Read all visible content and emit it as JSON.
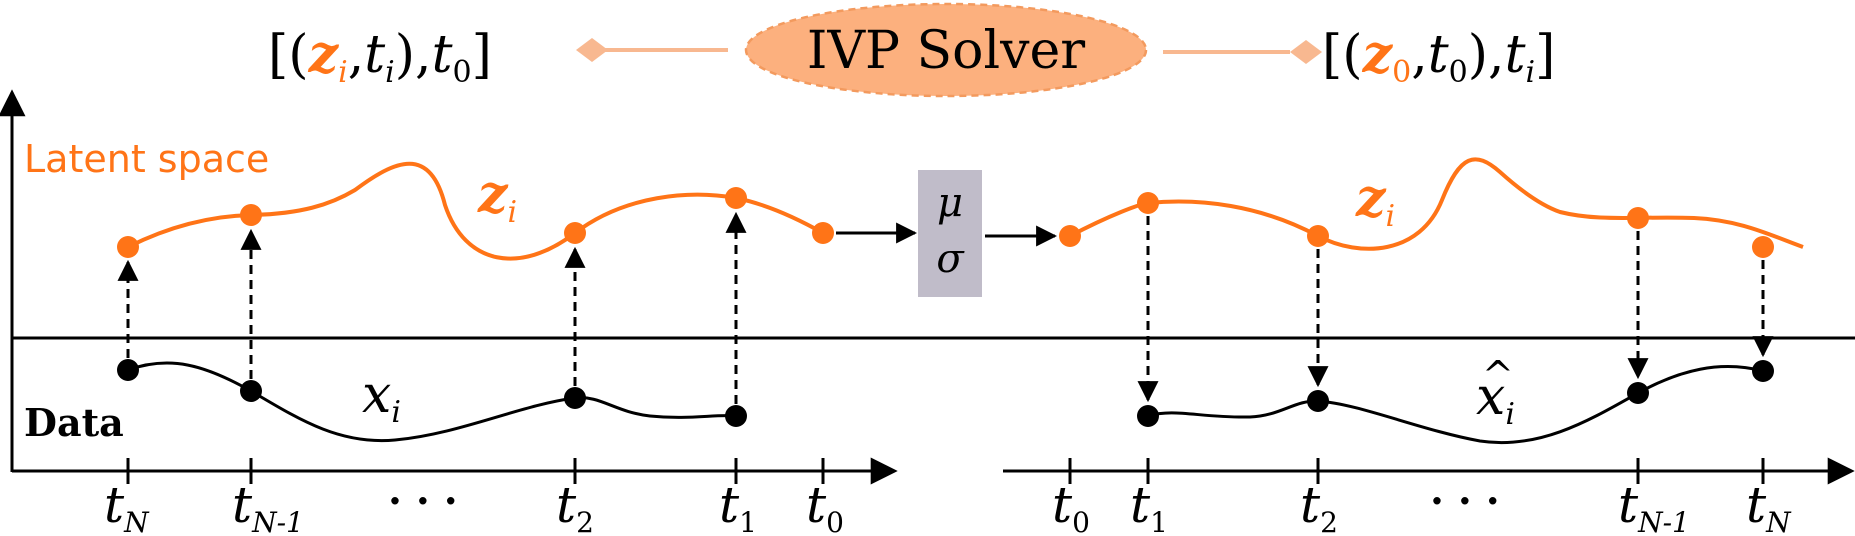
{
  "colors": {
    "latent": "#ff7417",
    "data": "#000000",
    "solver_fill": "#fcb07e",
    "solver_stroke": "#f39a5e",
    "solver_link": "#f8b890",
    "stats_box": "#c0bcc9"
  },
  "header": {
    "solver_label": "IVP Solver",
    "left_formula": {
      "open": "[(",
      "z": "z",
      "z_sub": "i",
      "comma1": ",",
      "t": "t",
      "t_sub": "i",
      "close_mid": "),",
      "t0": "t",
      "t0_sub": "0",
      "close": "]"
    },
    "right_formula": {
      "open": "[(",
      "z": "z",
      "z_sub": "0",
      "comma1": ",",
      "t": "t",
      "t_sub": "0",
      "close_mid": "),",
      "ti": "t",
      "ti_sub": "i",
      "close": "]"
    }
  },
  "labels": {
    "latent_space": "Latent space",
    "data": "Data",
    "z_left": "z",
    "z_left_sub": "i",
    "z_right": "z",
    "z_right_sub": "i",
    "x_left": "x",
    "x_left_sub": "i",
    "x_right": "x",
    "x_right_hat": "^",
    "x_right_sub": "i",
    "mu": "μ",
    "sigma": "σ",
    "ellipsis": "· · ·"
  },
  "encoder_axis": {
    "ticks": [
      {
        "main": "t",
        "sub": "N"
      },
      {
        "main": "t",
        "sub": "N-1"
      },
      {
        "main": "t",
        "sub": "2"
      },
      {
        "main": "t",
        "sub": "1"
      },
      {
        "main": "t",
        "sub": "0"
      }
    ]
  },
  "decoder_axis": {
    "ticks": [
      {
        "main": "t",
        "sub": "0"
      },
      {
        "main": "t",
        "sub": "1"
      },
      {
        "main": "t",
        "sub": "2"
      },
      {
        "main": "t",
        "sub": "N-1"
      },
      {
        "main": "t",
        "sub": "N"
      }
    ]
  }
}
